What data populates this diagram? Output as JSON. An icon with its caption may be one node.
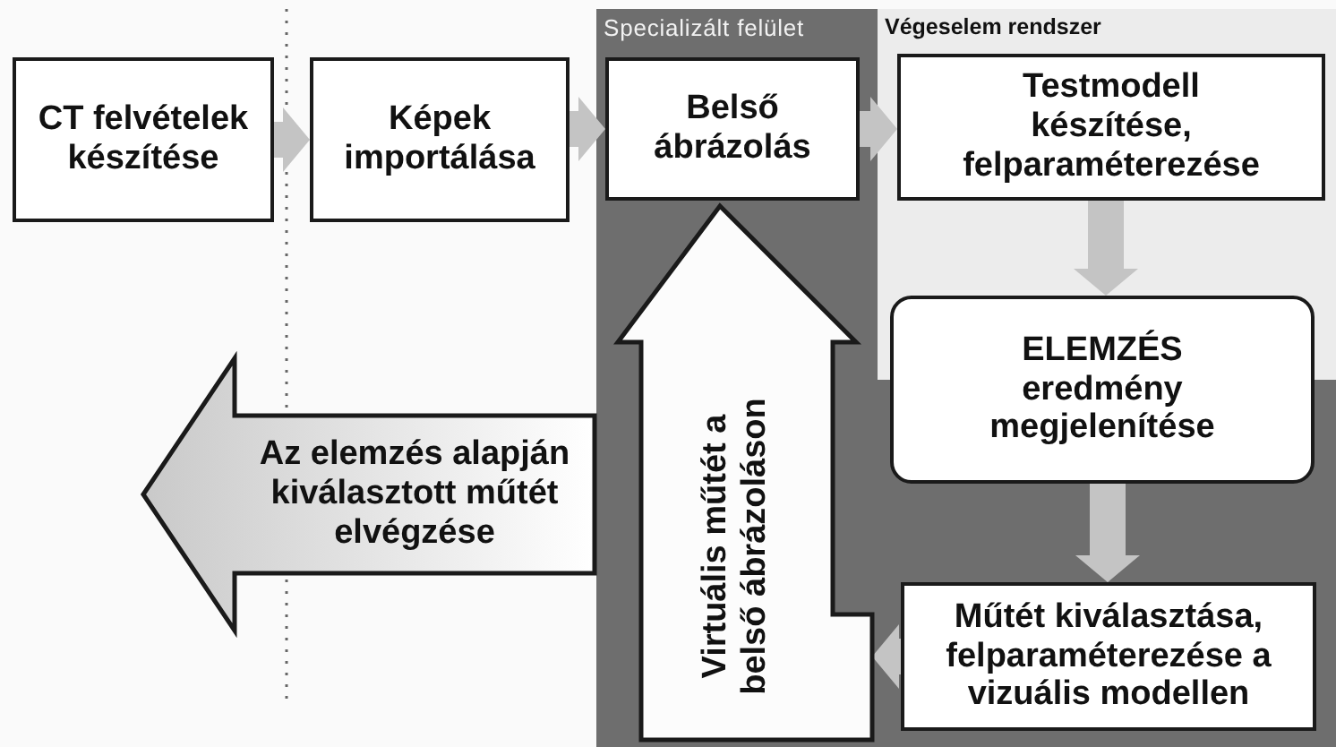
{
  "diagram": {
    "nodes": [
      {
        "text": [
          "Specializált felület"
        ]
      },
      {
        "text": [
          "Végeselem rendszer"
        ]
      },
      {
        "text": [
          "CT felvételek készítése"
        ]
      },
      {
        "text": [
          "Képek importálása"
        ]
      },
      {
        "text": [
          "Belső ábrázolás"
        ],
        "in": 0
      },
      {
        "text": [
          "Testmodell készítése, felparaméterezése"
        ],
        "in": 1
      },
      {
        "text": [
          "ELEMZÉS eredmény megjelenítése"
        ]
      },
      {
        "text": [
          "Műtét kiválasztása, felparaméterezése a vizuális modellen"
        ]
      },
      {
        "text": [
          "Virtuális műtét a belső ábrázoláson"
        ],
        "in": 0
      },
      {
        "text": [
          "Az elemzés alapján kiválasztott műtét elvégzése"
        ]
      }
    ],
    "edges": [
      {
        "from": 2,
        "to": 3,
        "arrow": "to"
      },
      {
        "from": 3,
        "to": 4,
        "arrow": "to"
      },
      {
        "from": 4,
        "to": 5,
        "arrow": "to"
      },
      {
        "from": 5,
        "to": 6,
        "arrow": "to"
      },
      {
        "from": 6,
        "to": 7,
        "arrow": "to"
      },
      {
        "from": 7,
        "to": 8,
        "arrow": "to"
      }
    ]
  }
}
